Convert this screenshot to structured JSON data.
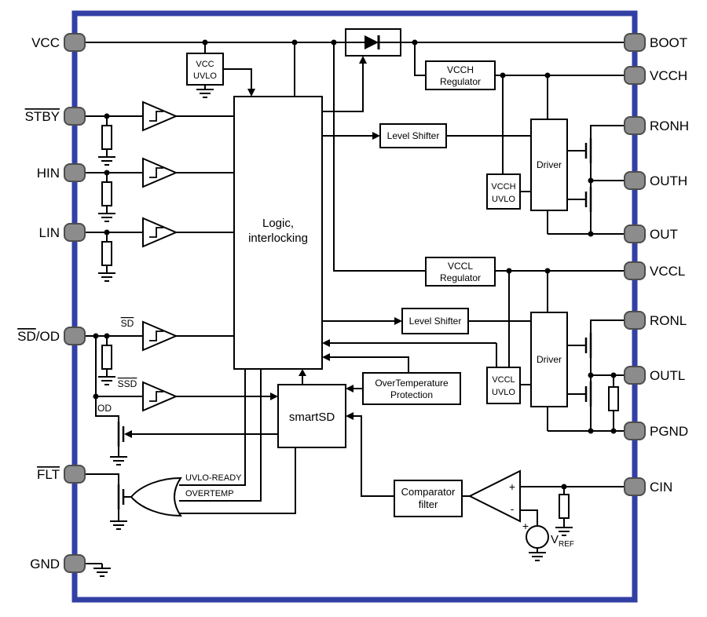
{
  "colors": {
    "border": "#3240a4",
    "pin_fill": "#8c8c8c",
    "pin_stroke": "#4d4d4d",
    "line": "#000000"
  },
  "pins_left": [
    {
      "ov": "",
      "rest": "VCC"
    },
    {
      "ov": "STBY",
      "rest": ""
    },
    {
      "ov": "",
      "rest": "HIN"
    },
    {
      "ov": "",
      "rest": "LIN"
    },
    {
      "ov": "SD",
      "rest": "/OD"
    },
    {
      "ov": "FLT",
      "rest": ""
    },
    {
      "ov": "",
      "rest": "GND"
    }
  ],
  "pins_right": [
    {
      "label": "BOOT"
    },
    {
      "label": "VCCH"
    },
    {
      "label": "RONH"
    },
    {
      "label": "OUTH"
    },
    {
      "label": "OUT"
    },
    {
      "label": "VCCL"
    },
    {
      "label": "RONL"
    },
    {
      "label": "OUTL"
    },
    {
      "label": "PGND"
    },
    {
      "label": "CIN"
    }
  ],
  "blocks": {
    "vcc_uvlo": {
      "line1": "VCC",
      "line2": "UVLO"
    },
    "logic": {
      "line1": "Logic,",
      "line2": "interlocking"
    },
    "vcch_regulator": {
      "line1": "VCCH",
      "line2": "Regulator"
    },
    "level_shifter_high": {
      "line1": "Level Shifter"
    },
    "vcch_uvlo": {
      "line1": "VCCH",
      "line2": "UVLO"
    },
    "driver_high": {
      "line1": "Driver"
    },
    "vccl_regulator": {
      "line1": "VCCL",
      "line2": "Regulator"
    },
    "level_shifter_low": {
      "line1": "Level Shifter"
    },
    "vccl_uvlo": {
      "line1": "VCCL",
      "line2": "UVLO"
    },
    "driver_low": {
      "line1": "Driver"
    },
    "otp": {
      "line1": "OverTemperature",
      "line2": "Protection"
    },
    "smartsd": {
      "line1": "smartSD"
    },
    "comparator_filter": {
      "line1": "Comparator",
      "line2": "filter"
    }
  },
  "labels": {
    "sd": "SD",
    "ssd": "SSD",
    "od": "OD",
    "uvlo_ready": "UVLO-READY",
    "overtemp": "OVERTEMP",
    "comp_plus": "+",
    "comp_minus": "-",
    "vref_plus": "+",
    "vref_v": "V",
    "vref_sub": "REF"
  }
}
